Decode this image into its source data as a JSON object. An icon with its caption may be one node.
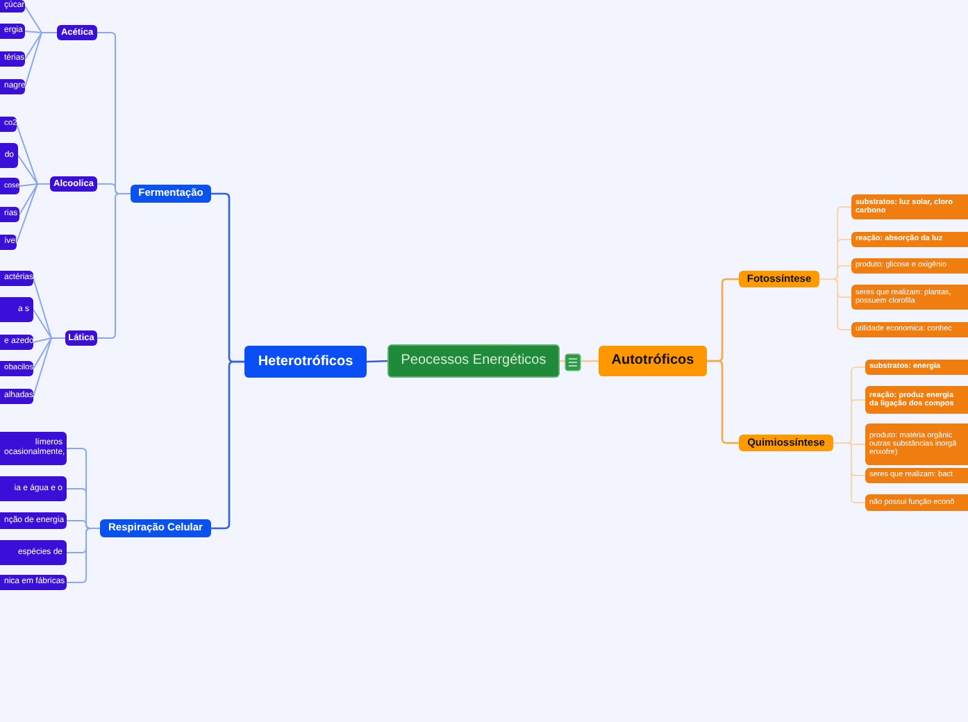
{
  "diagram": {
    "nodes": [
      {
        "text": [
          "Peocessos Energéticos"
        ]
      },
      {
        "text": [
          "Heterotróficos"
        ]
      },
      {
        "text": [
          "Fermentação"
        ]
      },
      {
        "text": [
          "Acética"
        ]
      },
      {
        "text": [
          "çúcar"
        ]
      },
      {
        "text": [
          "ergia"
        ]
      },
      {
        "text": [
          "térias"
        ]
      },
      {
        "text": [
          "nagre"
        ]
      },
      {
        "text": [
          "Alcoolica"
        ]
      },
      {
        "text": [
          "co2"
        ]
      },
      {
        "text": [
          "do"
        ]
      },
      {
        "text": [
          "cose"
        ]
      },
      {
        "text": [
          "rias"
        ]
      },
      {
        "text": [
          "ível"
        ]
      },
      {
        "text": [
          "Lática"
        ]
      },
      {
        "text": [
          "actérias"
        ]
      },
      {
        "text": [
          "a s"
        ]
      },
      {
        "text": [
          "e azedo"
        ]
      },
      {
        "text": [
          "obacilos"
        ]
      },
      {
        "text": [
          "alhadas"
        ]
      },
      {
        "text": [
          "Respiração Celular"
        ]
      },
      {
        "text": [
          "límeros ocasionalmente,"
        ]
      },
      {
        "text": [
          "ia e água e o"
        ]
      },
      {
        "text": [
          "nção de energia"
        ]
      },
      {
        "text": [
          "espécies de"
        ]
      },
      {
        "text": [
          "nica em fábricas"
        ]
      },
      {
        "text": [
          "Autotróficos"
        ]
      },
      {
        "text": [
          "Fotossíntese"
        ]
      },
      {
        "text": [
          "substratos: luz solar, cloro carbono"
        ]
      },
      {
        "text": [
          "reação: absorção da luz"
        ]
      },
      {
        "text": [
          "produto: glicose e oxigênio"
        ]
      },
      {
        "text": [
          "seres que realizam: plantas, possuem clorofila"
        ]
      },
      {
        "text": [
          "utilidade economica: conhec"
        ]
      },
      {
        "text": [
          "Quimiossíntese"
        ]
      },
      {
        "text": [
          "substratos: energia"
        ]
      },
      {
        "text": [
          "reação: produz energia da ligação dos compos"
        ]
      },
      {
        "text": [
          "produto: matéria orgânic outras substâncias inorgâ enxofre)"
        ]
      },
      {
        "text": [
          "seres que realizam: bact"
        ]
      },
      {
        "text": [
          "não possui função econô"
        ]
      }
    ],
    "edges": [
      {
        "from": 0,
        "to": 1,
        "arrow": "none",
        "color": "#2f5ee8"
      },
      {
        "from": 1,
        "to": 2,
        "arrow": "none",
        "color": "#2f5ee8"
      },
      {
        "from": 2,
        "to": 3,
        "arrow": "none",
        "color": "#8aa6f0"
      },
      {
        "from": 3,
        "to": 4,
        "arrow": "none",
        "color": "#8aa6f0"
      },
      {
        "from": 3,
        "to": 5,
        "arrow": "none",
        "color": "#8aa6f0"
      },
      {
        "from": 3,
        "to": 6,
        "arrow": "none",
        "color": "#8aa6f0"
      },
      {
        "from": 3,
        "to": 7,
        "arrow": "none",
        "color": "#8aa6f0"
      },
      {
        "from": 2,
        "to": 8,
        "arrow": "none",
        "color": "#8aa6f0"
      },
      {
        "from": 8,
        "to": 9,
        "arrow": "none",
        "color": "#8aa6f0"
      },
      {
        "from": 8,
        "to": 10,
        "arrow": "none",
        "color": "#8aa6f0"
      },
      {
        "from": 8,
        "to": 11,
        "arrow": "none",
        "color": "#8aa6f0"
      },
      {
        "from": 8,
        "to": 12,
        "arrow": "none",
        "color": "#8aa6f0"
      },
      {
        "from": 8,
        "to": 13,
        "arrow": "none",
        "color": "#8aa6f0"
      },
      {
        "from": 2,
        "to": 14,
        "arrow": "none",
        "color": "#8aa6f0"
      },
      {
        "from": 14,
        "to": 15,
        "arrow": "none",
        "color": "#8aa6f0"
      },
      {
        "from": 14,
        "to": 16,
        "arrow": "none",
        "color": "#8aa6f0"
      },
      {
        "from": 14,
        "to": 17,
        "arrow": "none",
        "color": "#8aa6f0"
      },
      {
        "from": 14,
        "to": 18,
        "arrow": "none",
        "color": "#8aa6f0"
      },
      {
        "from": 14,
        "to": 19,
        "arrow": "none",
        "color": "#8aa6f0"
      },
      {
        "from": 1,
        "to": 20,
        "arrow": "none",
        "color": "#2f5ee8"
      },
      {
        "from": 20,
        "to": 21,
        "arrow": "none",
        "color": "#8aa6f0"
      },
      {
        "from": 20,
        "to": 22,
        "arrow": "none",
        "color": "#8aa6f0"
      },
      {
        "from": 20,
        "to": 23,
        "arrow": "none",
        "color": "#8aa6f0"
      },
      {
        "from": 20,
        "to": 24,
        "arrow": "none",
        "color": "#8aa6f0"
      },
      {
        "from": 20,
        "to": 25,
        "arrow": "none",
        "color": "#8aa6f0"
      },
      {
        "from": 0,
        "to": 26,
        "arrow": "none",
        "color": "#ffc68a"
      },
      {
        "from": 26,
        "to": 27,
        "arrow": "none",
        "color": "#ffa640"
      },
      {
        "from": 27,
        "to": 28,
        "arrow": "none",
        "color": "#fcd4a8"
      },
      {
        "from": 27,
        "to": 29,
        "arrow": "none",
        "color": "#fcd4a8"
      },
      {
        "from": 27,
        "to": 30,
        "arrow": "none",
        "color": "#fcd4a8"
      },
      {
        "from": 27,
        "to": 31,
        "arrow": "none",
        "color": "#fcd4a8"
      },
      {
        "from": 27,
        "to": 32,
        "arrow": "none",
        "color": "#fcd4a8"
      },
      {
        "from": 26,
        "to": 33,
        "arrow": "none",
        "color": "#ffa640"
      },
      {
        "from": 33,
        "to": 34,
        "arrow": "none",
        "color": "#fcd4a8"
      },
      {
        "from": 33,
        "to": 35,
        "arrow": "none",
        "color": "#fcd4a8"
      },
      {
        "from": 33,
        "to": 36,
        "arrow": "none",
        "color": "#fcd4a8"
      },
      {
        "from": 33,
        "to": 37,
        "arrow": "none",
        "color": "#fcd4a8"
      },
      {
        "from": 33,
        "to": 38,
        "arrow": "none",
        "color": "#fcd4a8"
      }
    ]
  }
}
